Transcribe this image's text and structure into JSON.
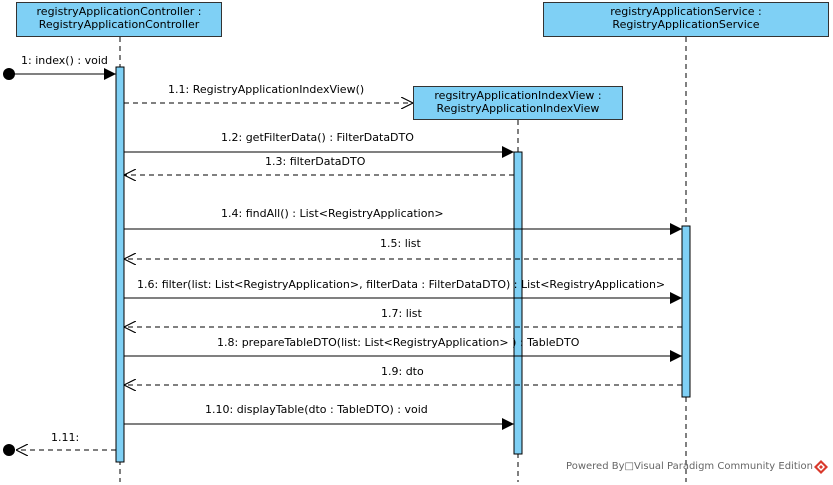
{
  "lifelines": {
    "controller": {
      "line1": "registryApplicationController :",
      "line2": "RegistryApplicationController"
    },
    "service": {
      "line1": "registryApplicationService :",
      "line2": "RegistryApplicationService"
    },
    "view": {
      "line1": "regsitryApplicationIndexView :",
      "line2": "RegistryApplicationIndexView"
    }
  },
  "messages": {
    "m1": "1: index() : void",
    "m1_1": "1.1: RegistryApplicationIndexView()",
    "m1_2": "1.2: getFilterData() : FilterDataDTO",
    "m1_3": "1.3: filterDataDTO",
    "m1_4": "1.4: findAll() : List<RegistryApplication>",
    "m1_5": "1.5: list",
    "m1_6": "1.6: filter(list: List<RegistryApplication>, filterData : FilterDataDTO) : List<RegistryApplication>",
    "m1_7": "1.7: list",
    "m1_8": "1.8: prepareTableDTO(list: List<RegistryApplication> ) : TableDTO",
    "m1_9": "1.9: dto",
    "m1_10": "1.10: displayTable(dto : TableDTO) : void",
    "m1_11": "1.11:"
  },
  "footer": {
    "text": "Powered By□Visual Paradigm Community Edition"
  },
  "colors": {
    "lifeline_fill": "#7fd0f5",
    "activation_fill": "#7fd0f5",
    "stroke": "#000000"
  }
}
